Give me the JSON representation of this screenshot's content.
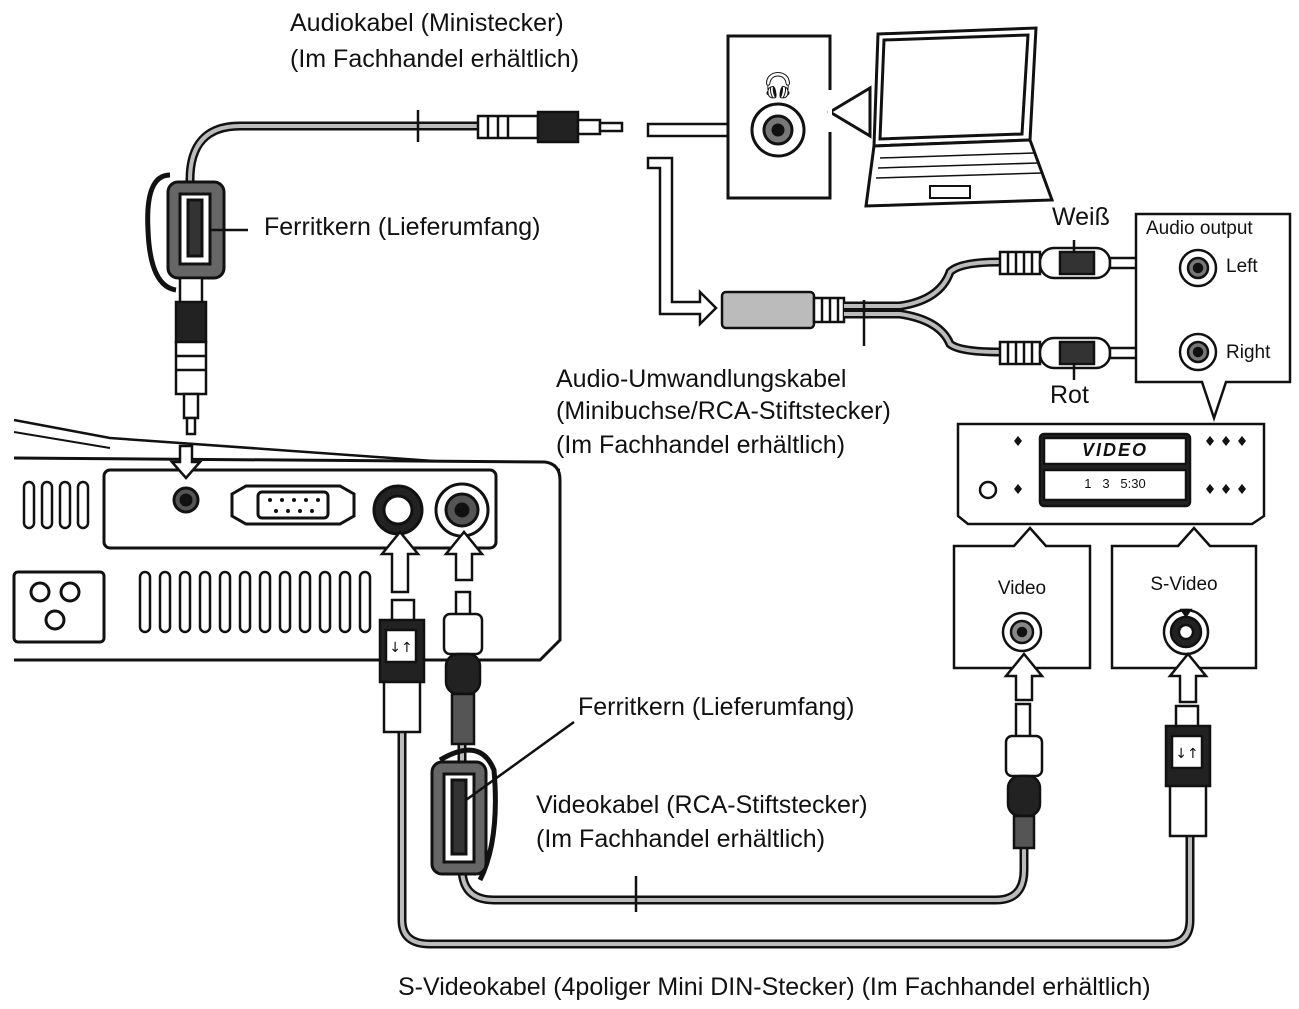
{
  "labels": {
    "audio_cable_line1": "Audiokabel (Ministecker)",
    "audio_cable_line2": "(Im Fachhandel erhältlich)",
    "ferrite_top": "Ferritkern (Lieferumfang)",
    "white": "Weiß",
    "red": "Rot",
    "audio_output": "Audio output",
    "left": "Left",
    "right": "Right",
    "conv_cable_line1": "Audio-Umwandlungskabel",
    "conv_cable_line2": "(Minibuchse/RCA-Stiftstecker)",
    "conv_cable_line3": "(Im Fachhandel erhältlich)",
    "vcr_display": "VIDEO",
    "vcr_counter": "1   3   5:30",
    "video_port": "Video",
    "svideo_port": "S-Video",
    "ferrite_bottom": "Ferritkern (Lieferumfang)",
    "video_cable_line1": "Videokabel (RCA-Stiftstecker)",
    "video_cable_line2": "(Im Fachhandel erhältlich)",
    "svideo_cable": "S-Videokabel (4poliger Mini DIN-Stecker) (Im Fachhandel erhältlich)"
  },
  "icons": {
    "headphone": "headphone-icon",
    "laptop": "laptop-icon",
    "projector": "projector-icon",
    "vcr": "vcr-icon"
  }
}
